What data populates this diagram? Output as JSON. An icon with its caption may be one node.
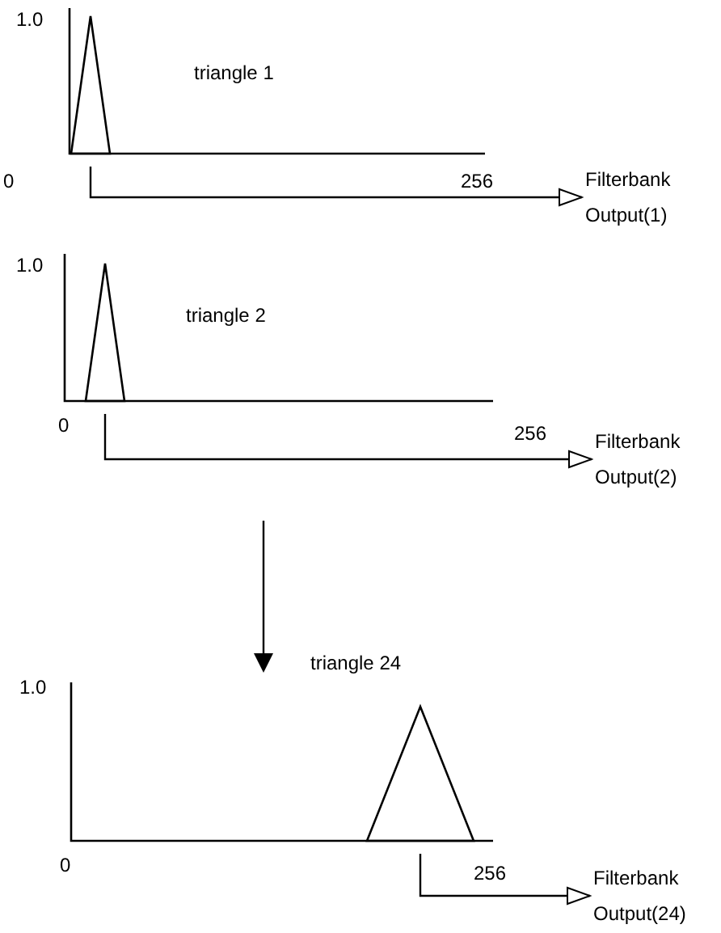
{
  "diagram": {
    "nodes": [
      {
        "text": [],
        "shape": "triangle"
      },
      {
        "text": [
          "Filterbank Output(1)"
        ]
      },
      {
        "text": [],
        "shape": "triangle"
      },
      {
        "text": [
          "Filterbank Output(2)"
        ]
      },
      {
        "text": [],
        "shape": "triangle"
      },
      {
        "text": [
          "Filterbank Output(24)"
        ]
      }
    ],
    "edges": [
      {
        "from": 0,
        "to": 1,
        "arrow": "to"
      },
      {
        "from": 2,
        "to": 3,
        "arrow": "to"
      },
      {
        "from": 4,
        "to": 5,
        "arrow": "to"
      }
    ],
    "labels": [
      "1.0",
      "triangle 1",
      "0",
      "256",
      "1.0",
      "triangle 2",
      "0",
      "256",
      "triangle 24",
      "1.0",
      "0",
      "256"
    ]
  }
}
